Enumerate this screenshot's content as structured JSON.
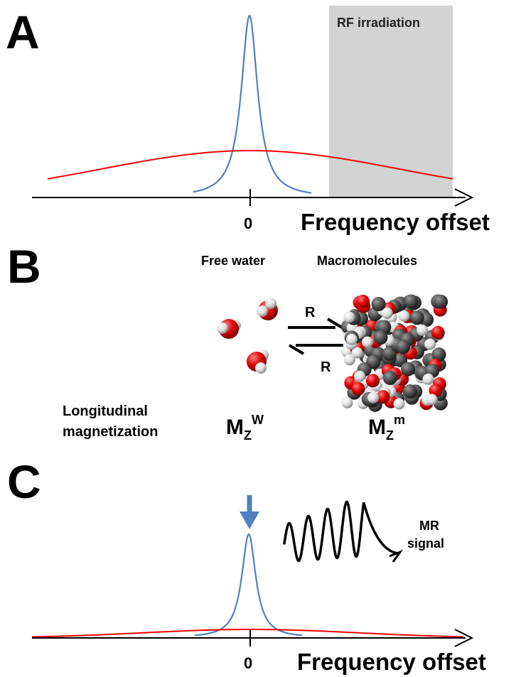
{
  "panels": {
    "a": "A",
    "b": "B",
    "c": "C"
  },
  "panel_a": {
    "rf_label": "RF irradiation",
    "tick_zero": "0",
    "axis_title": "Frequency offset"
  },
  "panel_b": {
    "free_water": "Free water",
    "macromolecules": "Macromolecules",
    "rate_forward": "R",
    "rate_backward": "R",
    "longitudinal_line1": "Longitudinal",
    "longitudinal_line2": "magnetization",
    "mz_w": {
      "main": "M",
      "sub": "Z",
      "sup": "W"
    },
    "mz_m": {
      "main": "M",
      "sub": "Z",
      "sup": "m"
    }
  },
  "panel_c": {
    "mr_line1": "MR",
    "mr_line2": "signal",
    "tick_zero": "0",
    "axis_title": "Frequency offset"
  },
  "colors": {
    "water_line": "#4f81bd",
    "macro_line": "#ff0000",
    "rf_band": "#d3d3d3",
    "oxygen": "#e00000",
    "hydrogen": "#e8e8e8",
    "carbon": "#555555",
    "arrow_down": "#4f81bd"
  }
}
